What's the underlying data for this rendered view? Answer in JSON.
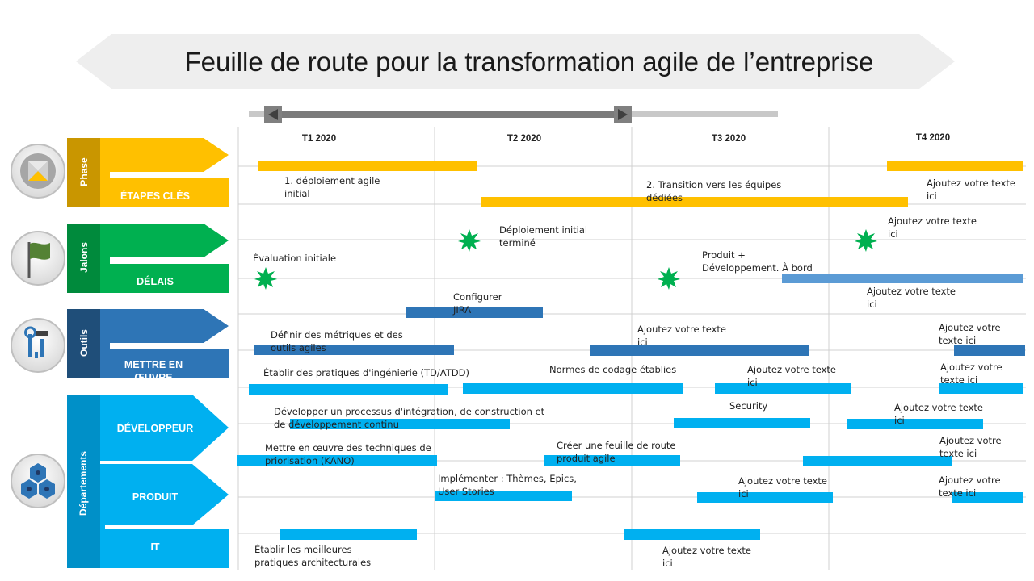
{
  "title": "Feuille de route pour la transformation agile de l’entreprise",
  "quarters": [
    "T1 2020",
    "T2 2020",
    "T3 2020",
    "T4 2020"
  ],
  "colors": {
    "phase": "#ffc000",
    "phase_dark": "#c99600",
    "milestones": "#00b050",
    "milestones_dark": "#008a3c",
    "tools": "#2e75b6",
    "tools_dark": "#1f4e79",
    "departments": "#00b0f0",
    "departments_dark": "#0090c8",
    "bar_light_blue": "#5b9bd5",
    "star": "#00b050"
  },
  "sections": {
    "phase": {
      "label": "Phase",
      "sub": [
        "ÉTAPES CLÉS"
      ],
      "icon": "x-circle-icon"
    },
    "milestones": {
      "label": "Jalons",
      "sub": [
        "DÉLAIS"
      ],
      "icon": "flag-icon"
    },
    "tools": {
      "label": "Outils",
      "sub": [
        "METTRE EN ŒUVRE"
      ],
      "icon": "tools-icon"
    },
    "departments": {
      "label": "Départements",
      "sub": [
        "DÉVELOPPEUR",
        "PRODUIT",
        "IT"
      ],
      "icon": "hexagon-network-icon"
    }
  },
  "texts": {
    "phase1": "1. déploiement agile initial",
    "phase2": "2. Transition vers les équipes dédiées",
    "phase3": "Ajoutez votre texte ici",
    "m1": "Déploiement initial terminé",
    "m2": "Ajoutez votre texte ici",
    "m3": "Évaluation initiale",
    "m4": "Produit + Développement. À bord",
    "m5": "Ajoutez votre texte ici",
    "tool1": "Configurer JIRA",
    "tool2": "Définir des métriques et des outils agiles",
    "tool3": "Ajoutez votre texte ici",
    "tool4": "Ajoutez votre texte ici",
    "tool5": "Établir des pratiques d'ingénierie (TD/ATDD)",
    "tool6": "Normes de codage établies",
    "tool7": "Ajoutez votre texte ici",
    "tool8": "Ajoutez votre texte ici",
    "dev1": "Développer un processus d'intégration, de construction et de développement continu",
    "dev2": "Security",
    "dev3": "Ajoutez votre texte ici",
    "dev4": "Mettre en œuvre des techniques de priorisation (KANO)",
    "dev5": "Créer une feuille de route produit agile",
    "dev6": "Ajoutez votre texte ici",
    "prod1": "Implémenter : Thèmes, Epics, User Stories",
    "prod2": "Ajoutez votre texte ici",
    "prod3": "Ajoutez votre texte ici",
    "it1": "Établir les meilleures pratiques architecturales",
    "it2": "Ajoutez votre texte ici"
  }
}
